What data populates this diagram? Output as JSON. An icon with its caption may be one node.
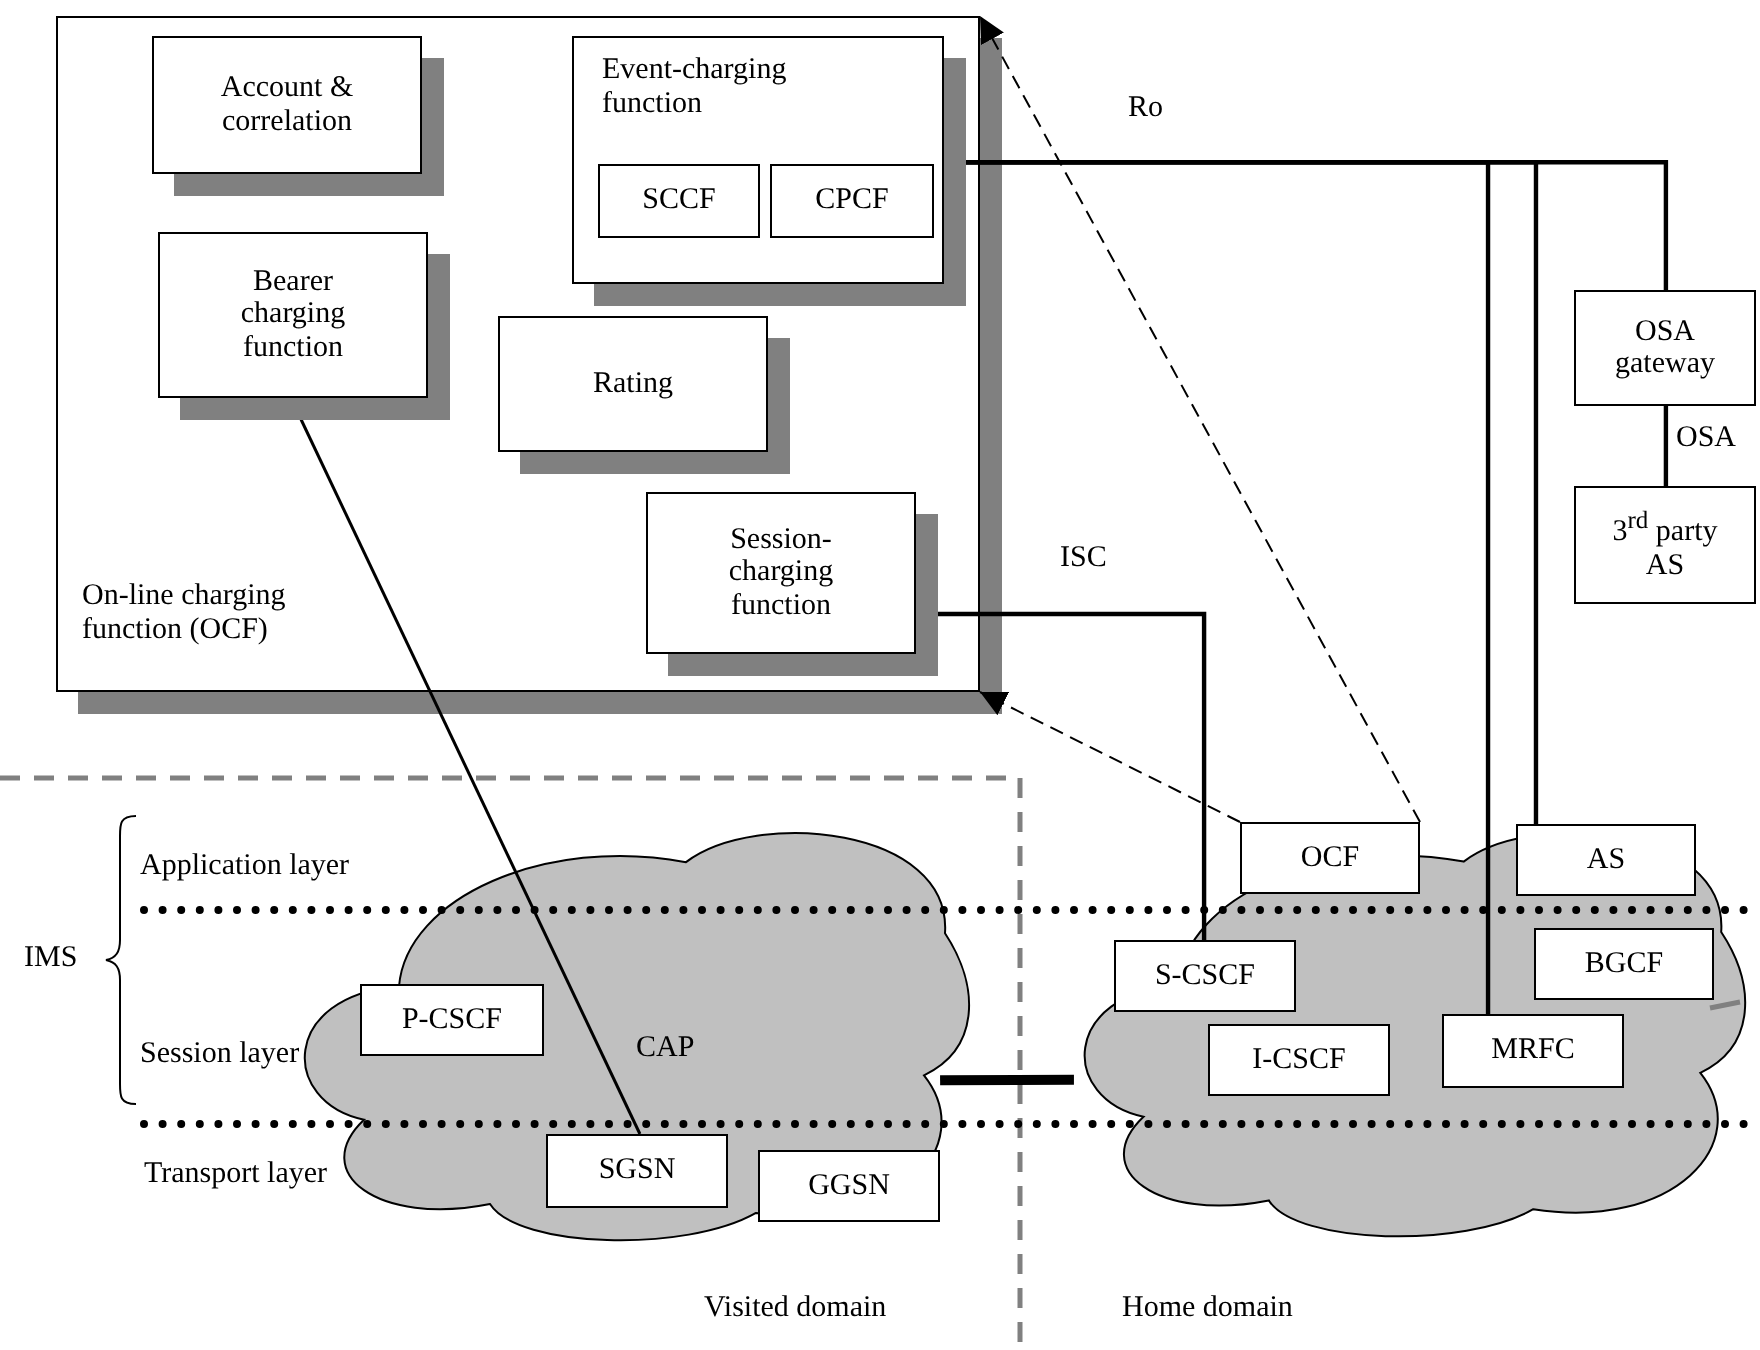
{
  "diagram": {
    "nodes": [
      {
        "text": [
          "On-line charging function (OCF)"
        ]
      },
      {
        "text": [
          "Account & correlation"
        ],
        "in": 0
      },
      {
        "text": [
          "Event-charging function"
        ],
        "in": 0
      },
      {
        "text": [
          "SCCF"
        ],
        "in": 2
      },
      {
        "text": [
          "CPCF"
        ],
        "in": 2
      },
      {
        "text": [
          "Bearer charging function"
        ],
        "in": 0
      },
      {
        "text": [
          "Rating"
        ],
        "in": 0
      },
      {
        "text": [
          "Session-charging function"
        ],
        "in": 0
      },
      {
        "text": [
          "OSA gateway"
        ]
      },
      {
        "text": [
          "3$^{rd}$ party AS"
        ]
      },
      {
        "text": [],
        "shape": "cloud"
      },
      {
        "text": [
          "P-CSCF"
        ],
        "in": 10
      },
      {
        "text": [
          "SGSN"
        ],
        "in": 10
      },
      {
        "text": [
          "GGSN"
        ],
        "in": 10
      },
      {
        "text": [],
        "shape": "cloud"
      },
      {
        "text": [
          "OCF"
        ]
      },
      {
        "text": [
          "AS"
        ]
      },
      {
        "text": [
          "S-CSCF"
        ],
        "in": 14
      },
      {
        "text": [
          "BGCF"
        ],
        "in": 14
      },
      {
        "text": [
          "I-CSCF"
        ],
        "in": 14
      },
      {
        "text": [
          "MRFC"
        ],
        "in": 14
      }
    ],
    "edges": [
      {
        "from": 5,
        "to": 12,
        "arrow": "none",
        "label": "CAP"
      },
      {
        "from": 4,
        "to": 8,
        "arrow": "none",
        "label": "Ro"
      },
      {
        "from": 4,
        "to": 20,
        "arrow": "none"
      },
      {
        "from": 4,
        "to": 16,
        "arrow": "none"
      },
      {
        "from": 8,
        "to": 9,
        "arrow": "none",
        "label": "OSA"
      },
      {
        "from": 7,
        "to": 17,
        "arrow": "none",
        "label": "ISC"
      },
      {
        "from": 15,
        "to": 0,
        "arrow": "to",
        "style": "dashed"
      },
      {
        "from": 15,
        "to": 0,
        "arrow": "to",
        "style": "dashed"
      },
      {
        "from": 10,
        "to": 14,
        "arrow": "none",
        "style": "thick"
      }
    ],
    "labels": [
      "Application layer",
      "IMS",
      "Session layer",
      "Transport layer",
      "Visited domain",
      "Home domain"
    ]
  }
}
